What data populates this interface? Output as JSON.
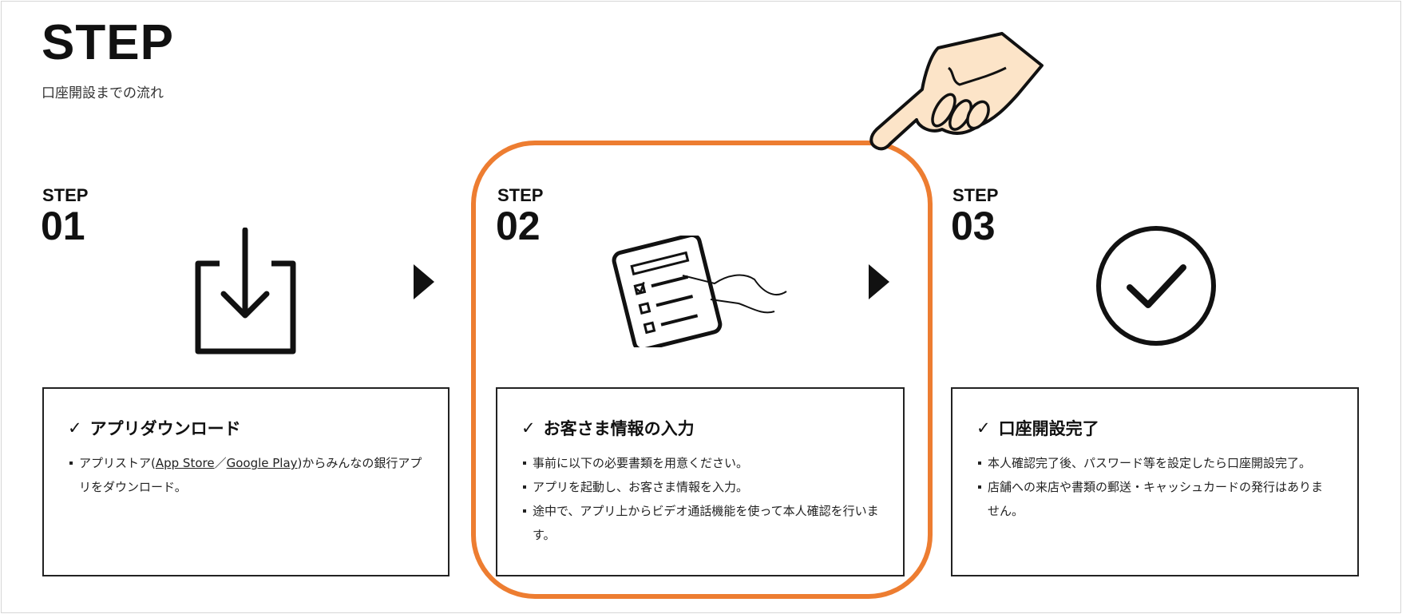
{
  "header": {
    "title": "STEP",
    "subtitle": "口座開設までの流れ"
  },
  "steps": [
    {
      "label": "STEP",
      "number": "01",
      "icon": "download-icon",
      "heading": "アプリダウンロード",
      "bullets": [
        {
          "pre": "アプリストア(",
          "link1": "App Store",
          "sep": "／",
          "link2": "Google Play",
          "post": ")からみんなの銀行アプリをダウンロード。"
        }
      ]
    },
    {
      "label": "STEP",
      "number": "02",
      "icon": "smartphone-checklist-icon",
      "heading": "お客さま情報の入力",
      "bullets": [
        "事前に以下の必要書類を用意ください。",
        "アプリを起動し、お客さま情報を入力。",
        "途中で、アプリ上からビデオ通話機能を使って本人確認を行います。"
      ]
    },
    {
      "label": "STEP",
      "number": "03",
      "icon": "check-circle-icon",
      "heading": "口座開設完了",
      "bullets": [
        "本人確認完了後、パスワード等を設定したら口座開設完了。",
        "店舗への来店や書類の郵送・キャッシュカードの発行はありません。"
      ]
    }
  ],
  "colors": {
    "highlight": "#ED7D31",
    "hand": "#FCE4C8"
  }
}
